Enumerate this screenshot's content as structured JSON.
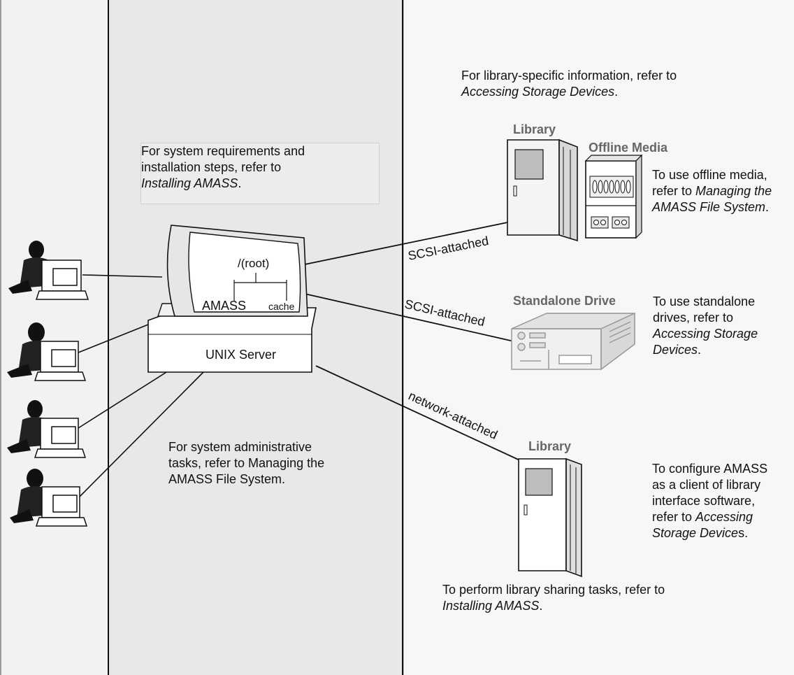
{
  "devices": {
    "server_label": "UNIX Server",
    "root_label": "/(root)",
    "amass_label": "AMASS",
    "cache_label": "cache",
    "library_top": "Library",
    "offline_media": "Offline Media",
    "standalone_drive": "Standalone Drive",
    "library_bottom": "Library"
  },
  "connections": {
    "scsi_library": "SCSI-attached",
    "scsi_drive": "SCSI-attached",
    "network": "network-attached"
  },
  "notes": {
    "library_info": {
      "a": "For library-specific information, refer to",
      "b": "Accessing Storage Devices",
      "c": "."
    },
    "install": {
      "a": "For system requirements and",
      "b": "installation steps, refer to",
      "c": "Installing AMASS",
      "d": "."
    },
    "admin": {
      "a": "For system administrative",
      "b": "tasks, refer to Managing the",
      "c": "AMASS File System."
    },
    "offline": {
      "a": "To use offline media,",
      "b": "refer to ",
      "c": "Managing the",
      "d": "AMASS File System",
      "e": "."
    },
    "standalone": {
      "a": "To use standalone",
      "b": "drives, refer to",
      "c": "Accessing Storage",
      "d": "Devices",
      "e": "."
    },
    "configure": {
      "a": "To configure AMASS",
      "b": "as a client of library",
      "c": "interface software,",
      "d": "refer to ",
      "e": "Accessing",
      "f": "Storage Device",
      "g": "s."
    },
    "sharing": {
      "a": "To perform library sharing tasks, refer to",
      "b": "Installing AMASS",
      "c": "."
    }
  },
  "colors": {
    "left_panel": "#f2f2f2",
    "center_panel": "#e8e8e8",
    "right_panel": "#f7f7f7",
    "device_label": "#666666"
  }
}
